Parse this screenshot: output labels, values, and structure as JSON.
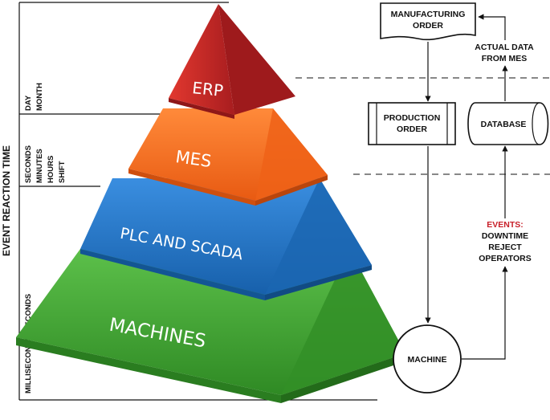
{
  "axis": {
    "title": "EVENT REACTION TIME",
    "bands": [
      {
        "lines": [
          "DAY",
          "MONTH"
        ]
      },
      {
        "lines": [
          "SECONDS",
          "MINUTES",
          "HOURS",
          "SHIFT"
        ]
      },
      {
        "lines": [
          "MILLISECONDS, SECONDS"
        ]
      }
    ]
  },
  "pyramid": {
    "levels": [
      {
        "label": "ERP",
        "color": "#c8282a"
      },
      {
        "label": "MES",
        "color": "#f26b1d"
      },
      {
        "label": "PLC AND SCADA",
        "color": "#1f73c0"
      },
      {
        "label": "MACHINES",
        "color": "#43a332"
      }
    ]
  },
  "flow": {
    "manufacturing_order": [
      "MANUFACTURING",
      "ORDER"
    ],
    "actual_data": [
      "ACTUAL DATA",
      "FROM MES"
    ],
    "production_order": [
      "PRODUCTION",
      "ORDER"
    ],
    "database": "DATABASE",
    "events_title": "EVENTS:",
    "events_items": [
      "DOWNTIME",
      "REJECT",
      "OPERATORS"
    ],
    "machine": "MACHINE",
    "events_color": "#c8202a"
  }
}
